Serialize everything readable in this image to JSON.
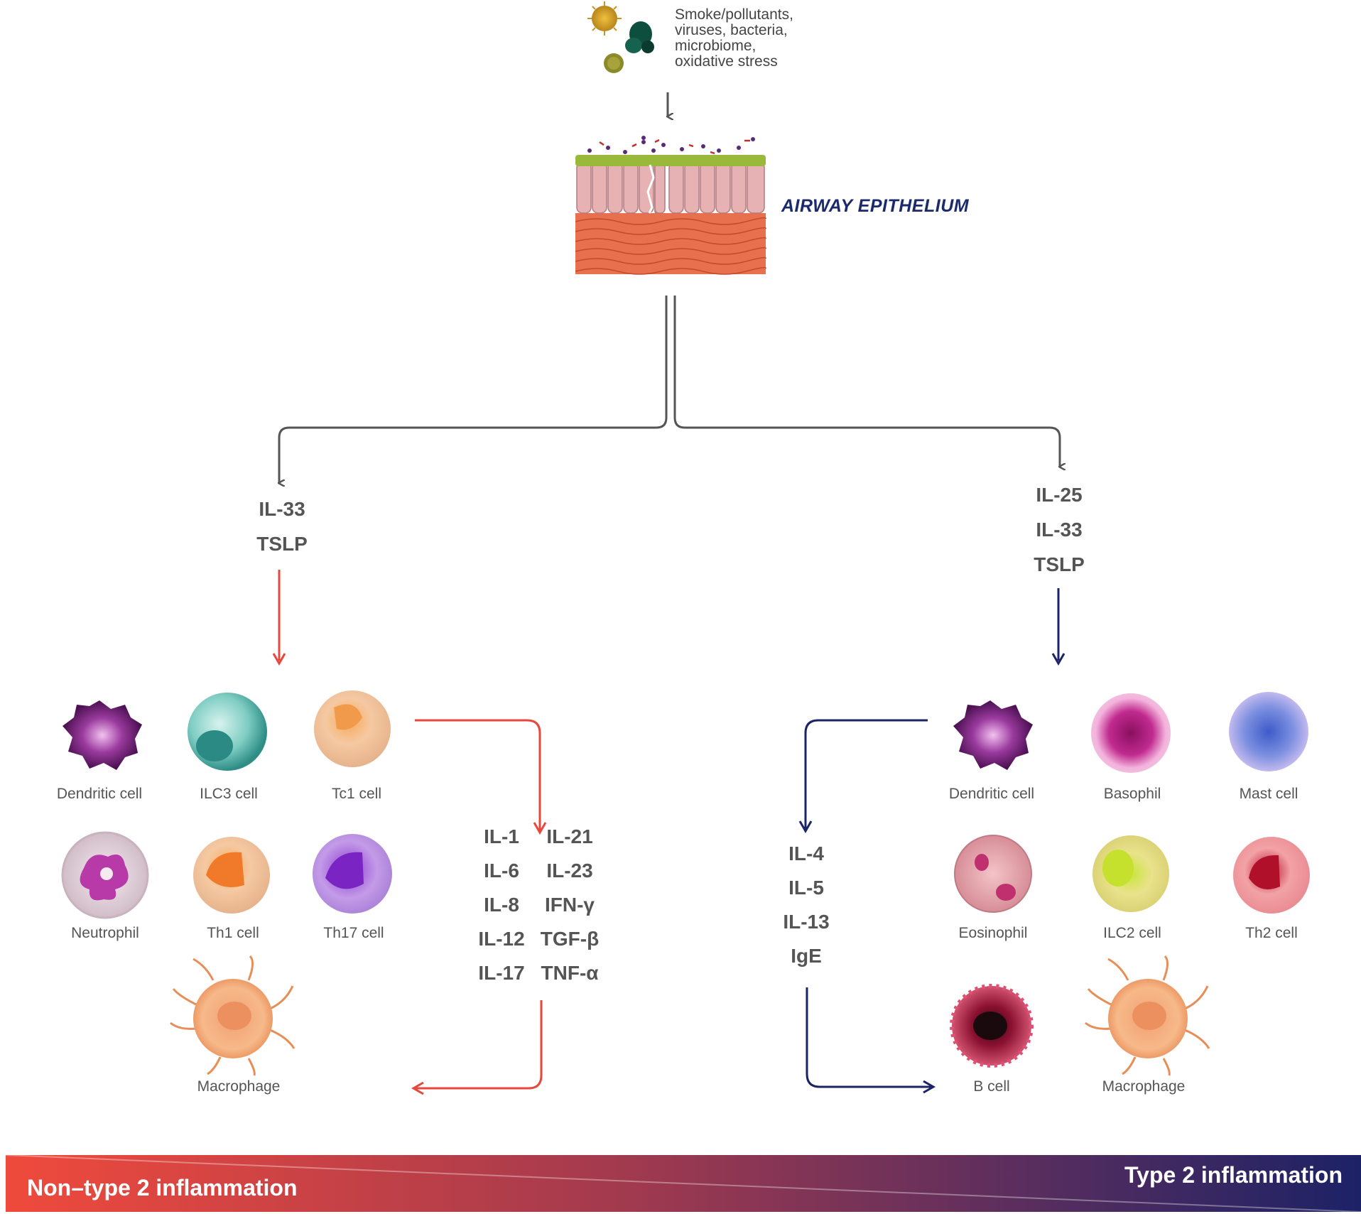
{
  "stimuli": {
    "text": "Smoke/pollutants,\nviruses, bacteria,\nmicrobiome,\noxidative stress"
  },
  "epithelium": {
    "label": "AIRWAY EPITHELIUM"
  },
  "left_branch": {
    "alarmins": [
      "IL-33",
      "TSLP"
    ],
    "cells": [
      {
        "label": "Dendritic cell",
        "icon": "dendritic-cell-icon"
      },
      {
        "label": "ILC3 cell",
        "icon": "ilc3-cell-icon"
      },
      {
        "label": "Tc1 cell",
        "icon": "tc1-cell-icon"
      },
      {
        "label": "Neutrophil",
        "icon": "neutrophil-icon"
      },
      {
        "label": "Th1 cell",
        "icon": "th1-cell-icon"
      },
      {
        "label": "Th17 cell",
        "icon": "th17-cell-icon"
      },
      {
        "label": "Macrophage",
        "icon": "macrophage-icon"
      }
    ],
    "cytokines_col1": [
      "IL-1",
      "IL-6",
      "IL-8",
      "IL-12",
      "IL-17"
    ],
    "cytokines_col2": [
      "IL-21",
      "IL-23",
      "IFN-γ",
      "TGF-β",
      "TNF-α"
    ]
  },
  "right_branch": {
    "alarmins": [
      "IL-25",
      "IL-33",
      "TSLP"
    ],
    "cells": [
      {
        "label": "Dendritic cell",
        "icon": "dendritic-cell-icon"
      },
      {
        "label": "Basophil",
        "icon": "basophil-icon"
      },
      {
        "label": "Mast cell",
        "icon": "mast-cell-icon"
      },
      {
        "label": "Eosinophil",
        "icon": "eosinophil-icon"
      },
      {
        "label": "ILC2 cell",
        "icon": "ilc2-cell-icon"
      },
      {
        "label": "Th2 cell",
        "icon": "th2-cell-icon"
      },
      {
        "label": "B cell",
        "icon": "b-cell-icon"
      },
      {
        "label": "Macrophage",
        "icon": "macrophage-icon"
      }
    ],
    "cytokines": [
      "IL-4",
      "IL-5",
      "IL-13",
      "IgE"
    ]
  },
  "banner": {
    "left": "Non–type 2 inflammation",
    "right": "Type 2 inflammation"
  },
  "colors": {
    "gray_arrow": "#555555",
    "red_arrow": "#e8473c",
    "navy_arrow": "#1a2466",
    "banner_start": "#ef4a3c",
    "banner_end": "#1c2266",
    "epithelium_label": "#1a2a6c"
  }
}
